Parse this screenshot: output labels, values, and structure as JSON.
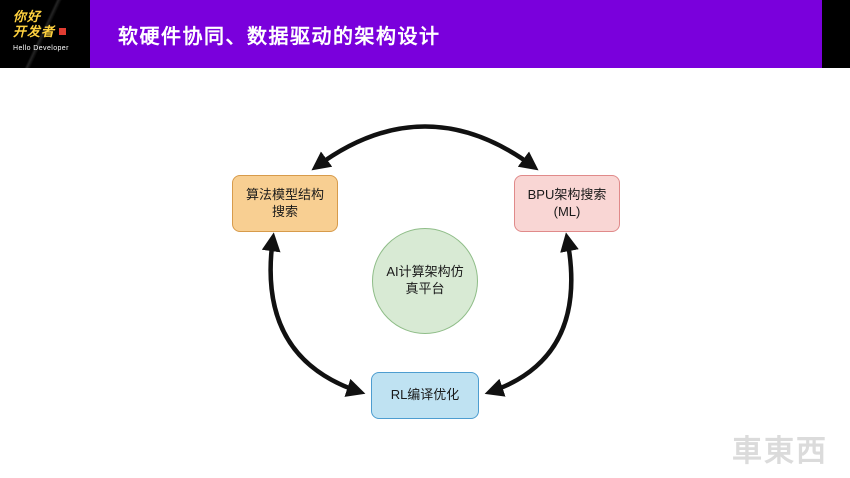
{
  "header": {
    "title": "软硬件协同、数据驱动的架构设计",
    "logo": {
      "line1": "你好",
      "line2": "开发者",
      "subtitle": "Hello Developer"
    }
  },
  "diagram": {
    "top_left_box": "算法模型结构搜索",
    "top_right_box": "BPU架构搜索(ML)",
    "bottom_box": "RL编译优化",
    "center_circle": "AI计算架构仿真平台"
  },
  "watermark": "車東西",
  "colors": {
    "header_purple": "#7A00DC",
    "logo_yellow": "#FFD23F",
    "logo_red_badge": "#E03C31",
    "box_orange_fill": "#F8CF92",
    "box_orange_border": "#D79B4B",
    "box_pink_fill": "#F9D6D4",
    "box_pink_border": "#E08A8A",
    "box_blue_fill": "#BFE2F2",
    "box_blue_border": "#4D9DD0",
    "circle_green_fill": "#D8EAD4",
    "circle_green_border": "#8FBD88",
    "arrow_black": "#111111"
  }
}
